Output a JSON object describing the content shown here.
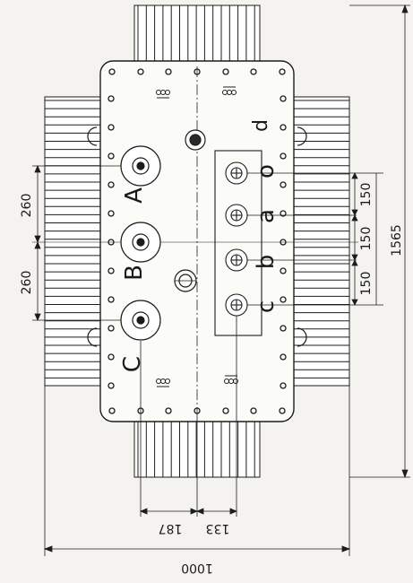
{
  "diagram": {
    "phase_labels_hv": [
      "A",
      "B",
      "C"
    ],
    "phase_labels_lv": [
      "o",
      "a",
      "b",
      "c"
    ],
    "extra_label": "d",
    "dimensions": {
      "left_pitch_top": "260",
      "left_pitch_bottom": "260",
      "right_pitch_1": "150",
      "right_pitch_2": "150",
      "right_pitch_3": "150",
      "overall_length": "1565",
      "bottom_offset_a": "187",
      "bottom_offset_b": "133",
      "overall_width": "1000"
    },
    "colors": {
      "line": "#1c1c1c",
      "paper": "#f4f3ef",
      "fin_fill": "#ffffff",
      "tank_fill": "#fbfbf8"
    }
  }
}
